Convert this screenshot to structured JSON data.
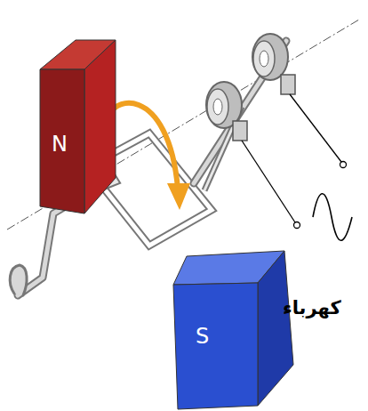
{
  "diagram": {
    "nodes": [
      {
        "text": [
          "N"
        ]
      },
      {
        "text": [
          "S"
        ]
      }
    ],
    "labels": [
      "كهرباء"
    ]
  }
}
